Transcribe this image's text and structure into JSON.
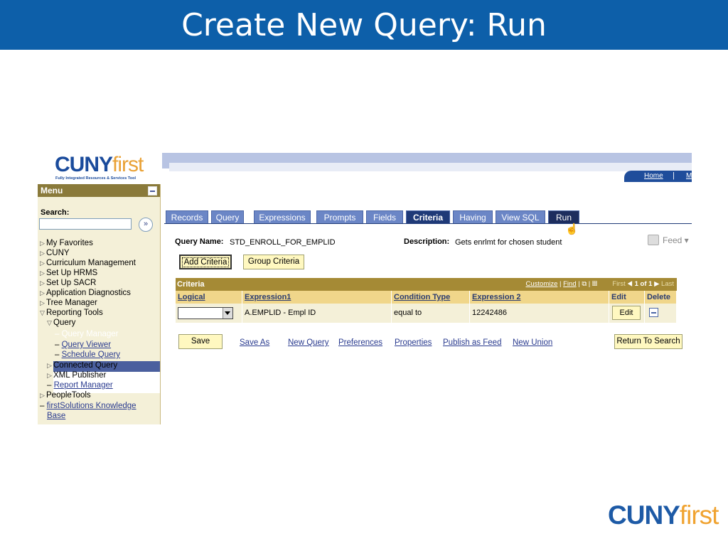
{
  "slide": {
    "title": "Create New Query: Run",
    "corner_logo_cuny": "CUNY",
    "corner_logo_first": "first"
  },
  "app": {
    "logo_cuny": "CUNY",
    "logo_first": "first",
    "logo_tagline": "Fully Integrated Resources & Services Tool",
    "nav_home": "Home",
    "nav_sep": "|",
    "nav_more": "M"
  },
  "menu": {
    "title": "Menu",
    "search_label": "Search:",
    "search_value": "",
    "search_go": "»",
    "items": [
      {
        "label": "My Favorites"
      },
      {
        "label": "CUNY"
      },
      {
        "label": "Curriculum Management"
      },
      {
        "label": "Set Up HRMS"
      },
      {
        "label": "Set Up SACR"
      },
      {
        "label": "Application Diagnostics"
      },
      {
        "label": "Tree Manager"
      },
      {
        "label": "Reporting Tools"
      },
      {
        "label": "Query"
      },
      {
        "label": "Query Manager"
      },
      {
        "label": "Query Viewer"
      },
      {
        "label": "Schedule Query"
      },
      {
        "label": "Connected Query"
      },
      {
        "label": "XML Publisher"
      },
      {
        "label": "Report Manager"
      },
      {
        "label": "PeopleTools"
      },
      {
        "label": "firstSolutions Knowledge"
      },
      {
        "label": "Base"
      }
    ]
  },
  "tabs": [
    {
      "label": "Records"
    },
    {
      "label": "Query"
    },
    {
      "label": "Expressions"
    },
    {
      "label": "Prompts"
    },
    {
      "label": "Fields"
    },
    {
      "label": "Criteria"
    },
    {
      "label": "Having"
    },
    {
      "label": "View SQL"
    },
    {
      "label": "Run"
    }
  ],
  "query": {
    "name_label": "Query Name:",
    "name_value": "STD_ENROLL_FOR_EMPLID",
    "desc_label": "Description:",
    "desc_value": "Gets enrlmt for chosen student",
    "feed_label": "Feed ▾"
  },
  "buttons": {
    "add_criteria": "Add Criteria",
    "group_criteria": "Group Criteria",
    "save": "Save",
    "return_to_search": "Return To Search"
  },
  "grid": {
    "title": "Criteria",
    "customize": "Customize",
    "find": "Find",
    "sep": "|",
    "first": "First",
    "count": "1 of 1",
    "last": "Last",
    "columns": [
      "Logical",
      "Expression1",
      "Condition Type",
      "Expression 2",
      "Edit",
      "Delete"
    ],
    "row": {
      "logical": "",
      "expression1": "A.EMPLID - Empl ID",
      "condition_type": "equal to",
      "expression2": "12242486",
      "edit": "Edit"
    }
  },
  "actions": [
    {
      "label": "Save As"
    },
    {
      "label": "New Query"
    },
    {
      "label": "Preferences"
    },
    {
      "label": "Properties"
    },
    {
      "label": "Publish as Feed"
    },
    {
      "label": "New Union"
    }
  ]
}
